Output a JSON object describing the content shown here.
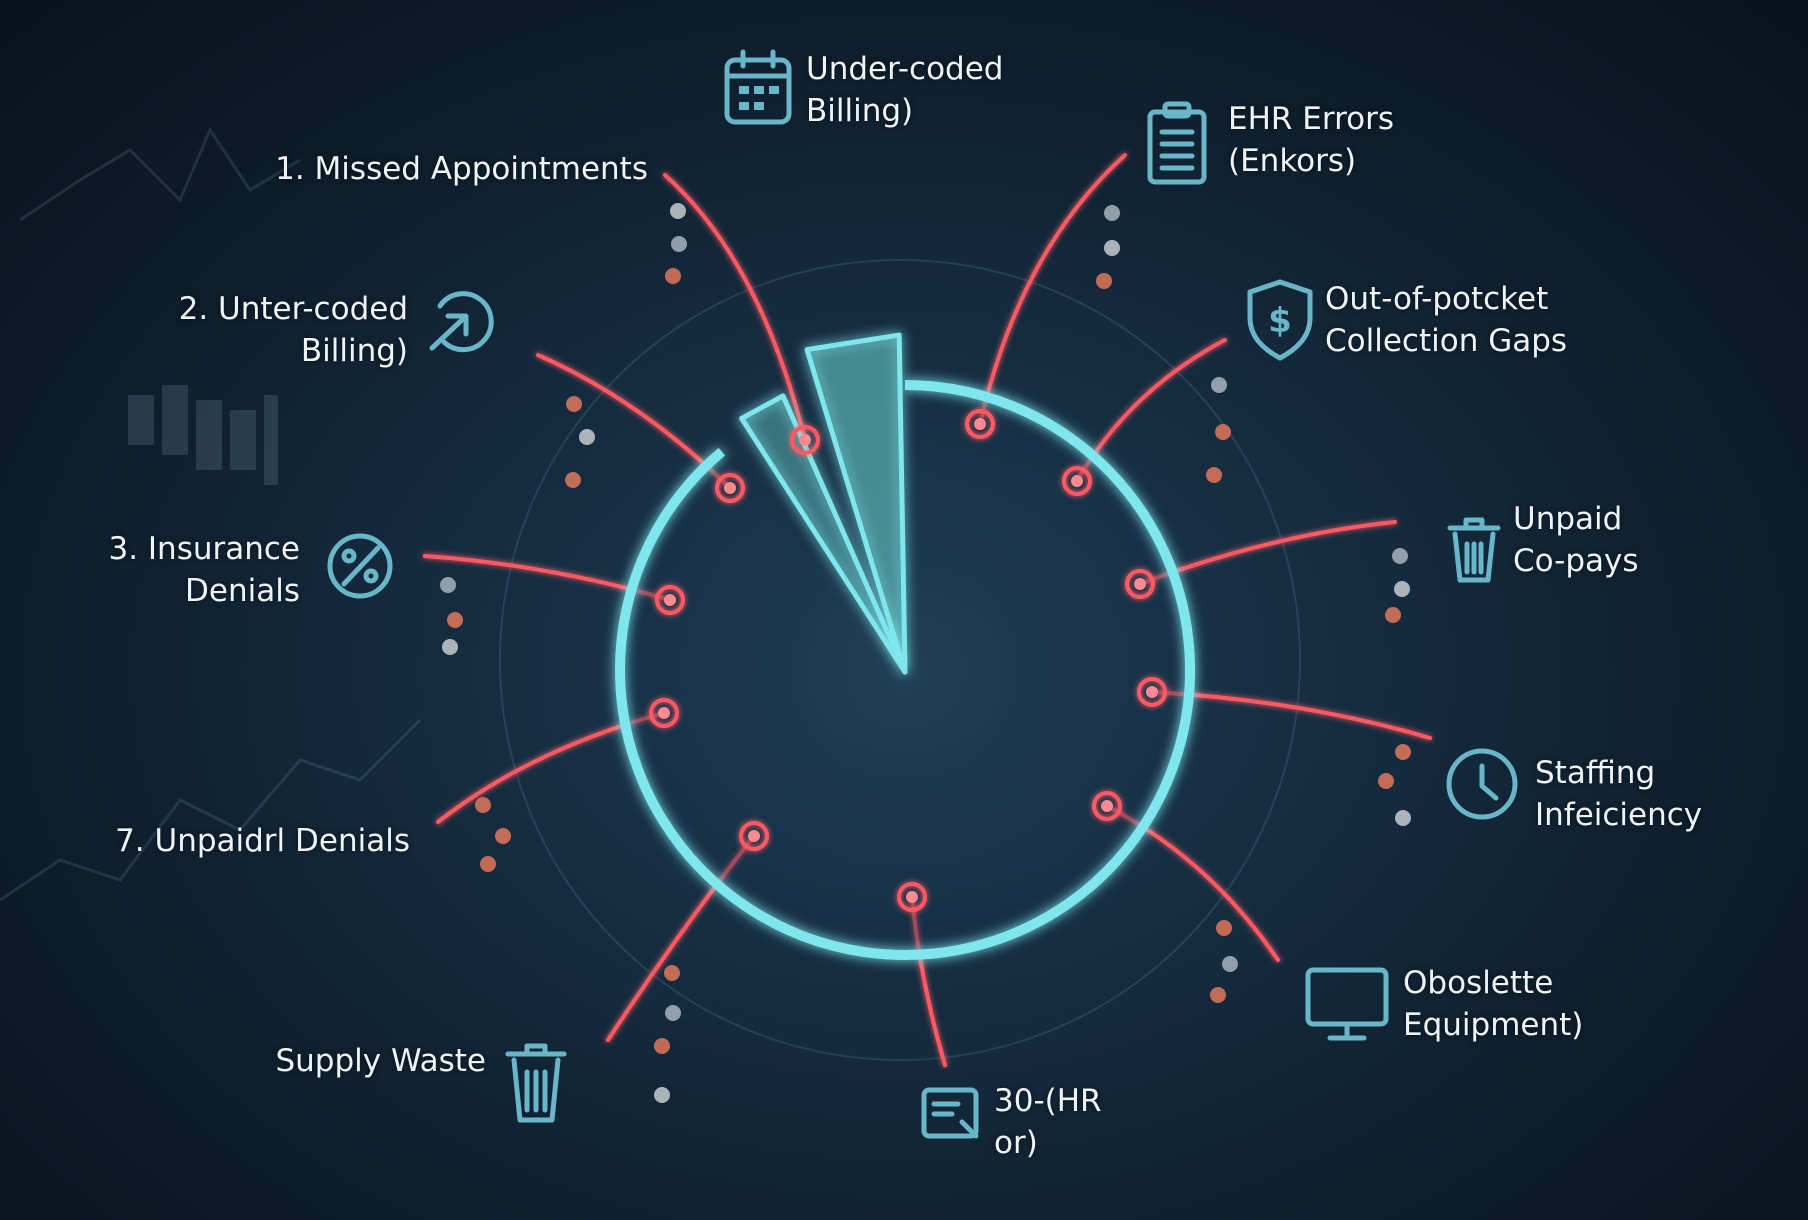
{
  "colors": {
    "ring": "#7ee6ec",
    "wedge": "#6fe0dc",
    "connector": "#ff5a63",
    "icon": "#6ab6c9",
    "text": "#eef4f8"
  },
  "labels": [
    {
      "id": "top-under-coded",
      "lines": [
        "Under-coded",
        "Billing)"
      ],
      "icon": "calendar-icon"
    },
    {
      "id": "ehr-errors",
      "lines": [
        "EHR Errors",
        "(Enkors)"
      ],
      "icon": "clipboard-icon"
    },
    {
      "id": "missed-appointments",
      "lines": [
        "1. Missed Appointments"
      ],
      "icon": ""
    },
    {
      "id": "under-coded-billing",
      "lines": [
        "2. Unter-coded",
        "Billing)"
      ],
      "icon": "refresh-arrow-icon"
    },
    {
      "id": "out-of-pocket",
      "lines": [
        "Out-of-potcket",
        "Collection Gaps"
      ],
      "icon": "shield-dollar-icon"
    },
    {
      "id": "insurance-denials",
      "lines": [
        "3. Insurance",
        "Denials"
      ],
      "icon": "percent-badge-icon"
    },
    {
      "id": "unpaid-copays",
      "lines": [
        "Unpaid",
        "Co-pays"
      ],
      "icon": "trash-icon"
    },
    {
      "id": "staffing",
      "lines": [
        "Staffing",
        "Infeiciency"
      ],
      "icon": "clock-icon"
    },
    {
      "id": "unpaid-denials",
      "lines": [
        "7. Unpaidrl Denials"
      ],
      "icon": ""
    },
    {
      "id": "obsolete-equipment",
      "lines": [
        "Oboslette",
        "Equipment)"
      ],
      "icon": "monitor-icon"
    },
    {
      "id": "supply-waste",
      "lines": [
        "Supply Waste"
      ],
      "icon": "trash-icon"
    },
    {
      "id": "bottom-ehr",
      "lines": [
        "30-(HR",
        "or)"
      ],
      "icon": "document-icon"
    }
  ]
}
